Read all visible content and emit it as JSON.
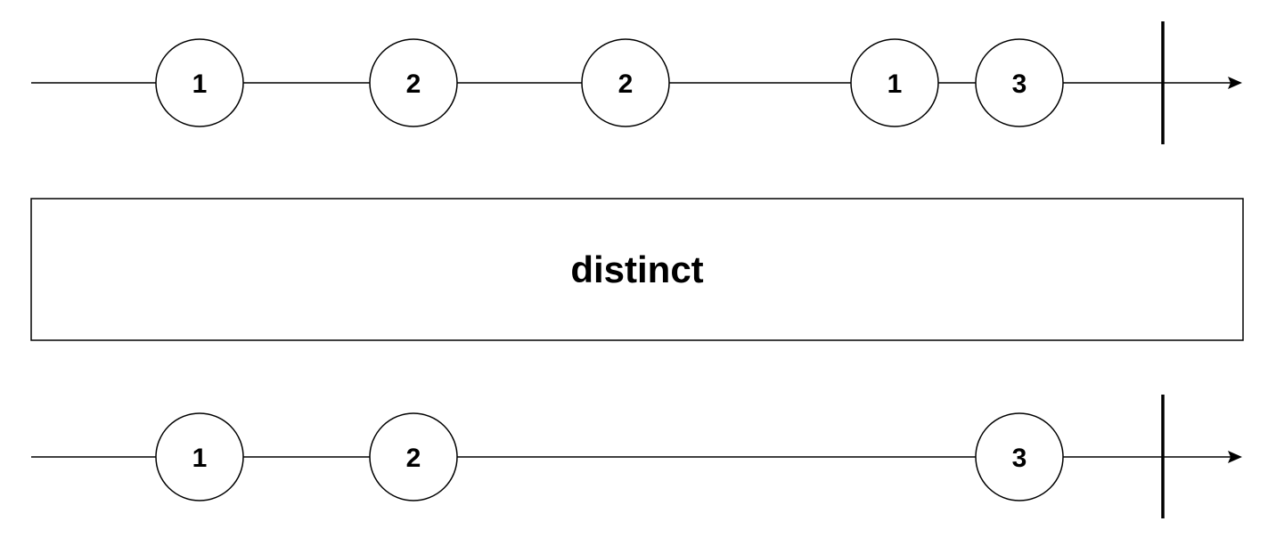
{
  "operator": {
    "label": "distinct"
  },
  "input_stream": {
    "marbles": [
      {
        "label": "1"
      },
      {
        "label": "2"
      },
      {
        "label": "2"
      },
      {
        "label": "1"
      },
      {
        "label": "3"
      }
    ]
  },
  "output_stream": {
    "marbles": [
      {
        "label": "1"
      },
      {
        "label": "2"
      },
      {
        "label": "3"
      }
    ]
  },
  "colors": {
    "stroke": "#000000",
    "background": "#ffffff"
  }
}
